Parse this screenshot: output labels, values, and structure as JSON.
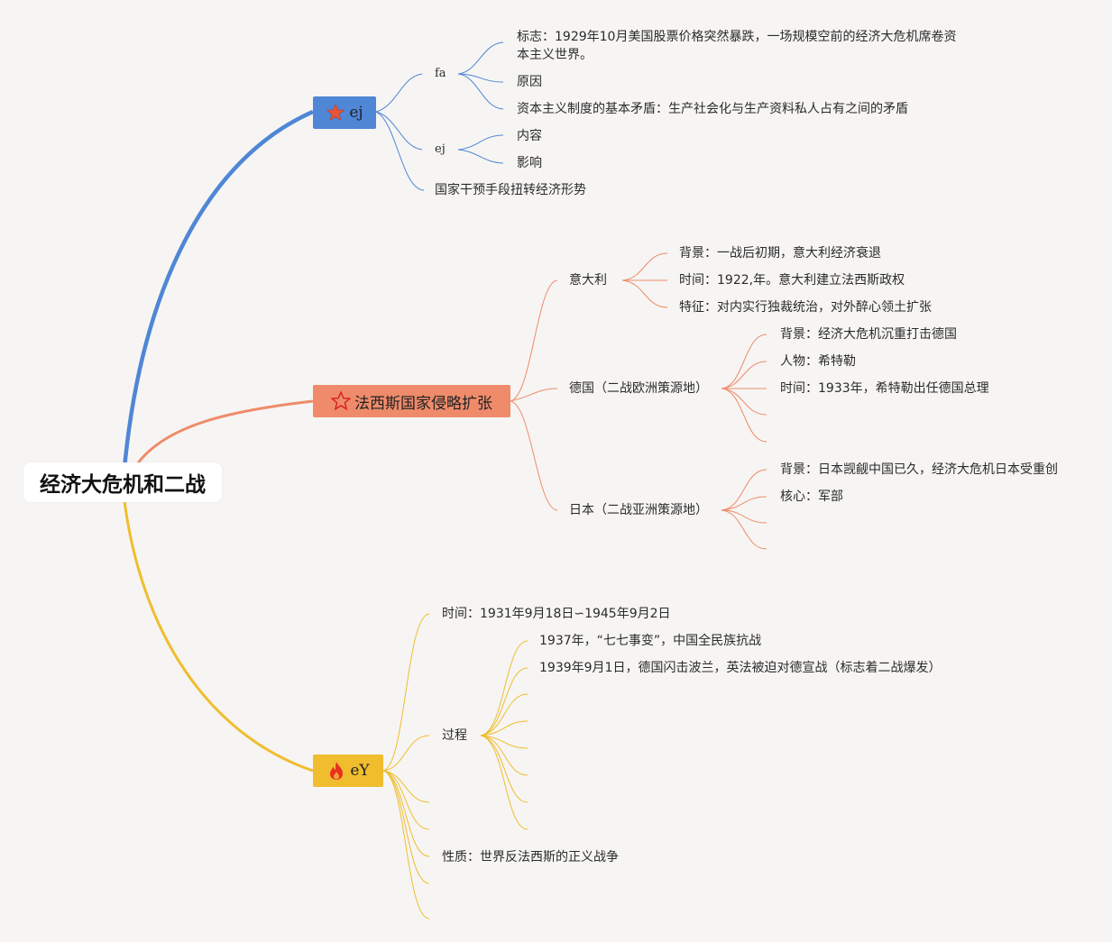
{
  "root": {
    "label": "经济大危机和二战"
  },
  "colors": {
    "blue": "#4f86d6",
    "orange": "#ef8b6b",
    "yellow": "#f0bd2f",
    "background": "#f6f5f3"
  },
  "branch1": {
    "label": "ej",
    "icon": "star-badge-icon",
    "sub1": {
      "label": "fa",
      "items": [
        "标志：1929年10月美国股票价格突然暴跌，一场规模空前的经济大危机席卷资本主义世界。",
        "原因",
        "资本主义制度的基本矛盾：生产社会化与生产资料私人占有之间的矛盾"
      ]
    },
    "sub2": {
      "label": "ej",
      "items": [
        "内容",
        "影响"
      ]
    },
    "sub3": {
      "label": "国家干预手段扭转经济形势"
    }
  },
  "branch2": {
    "label": "法西斯国家侵略扩张",
    "icon": "star-outline-icon",
    "italy": {
      "label": "意大利",
      "items": [
        "背景：一战后初期，意大利经济衰退",
        "时间：1922,年。意大利建立法西斯政权",
        "特征：对内实行独裁统治，对外醉心领土扩张"
      ]
    },
    "germany": {
      "label": "德国（二战欧洲策源地）",
      "items": [
        "背景：经济大危机沉重打击德国",
        "人物：希特勒",
        "时间：1933年，希特勒出任德国总理"
      ]
    },
    "japan": {
      "label": "日本（二战亚洲策源地）",
      "items": [
        "背景：日本觊觎中国已久，经济大危机日本受重创",
        "核心：军部"
      ]
    }
  },
  "branch3": {
    "label": "eY",
    "icon": "flame-icon",
    "time": "时间：1931年9月18日∽1945年9月2日",
    "process": {
      "label": "过程",
      "items": [
        "1937年，“七七事变”，中国全民族抗战",
        "1939年9月1日，德国闪击波兰，英法被迫对德宣战（标志着二战爆发）"
      ]
    },
    "nature": "性质：世界反法西斯的正义战争"
  }
}
